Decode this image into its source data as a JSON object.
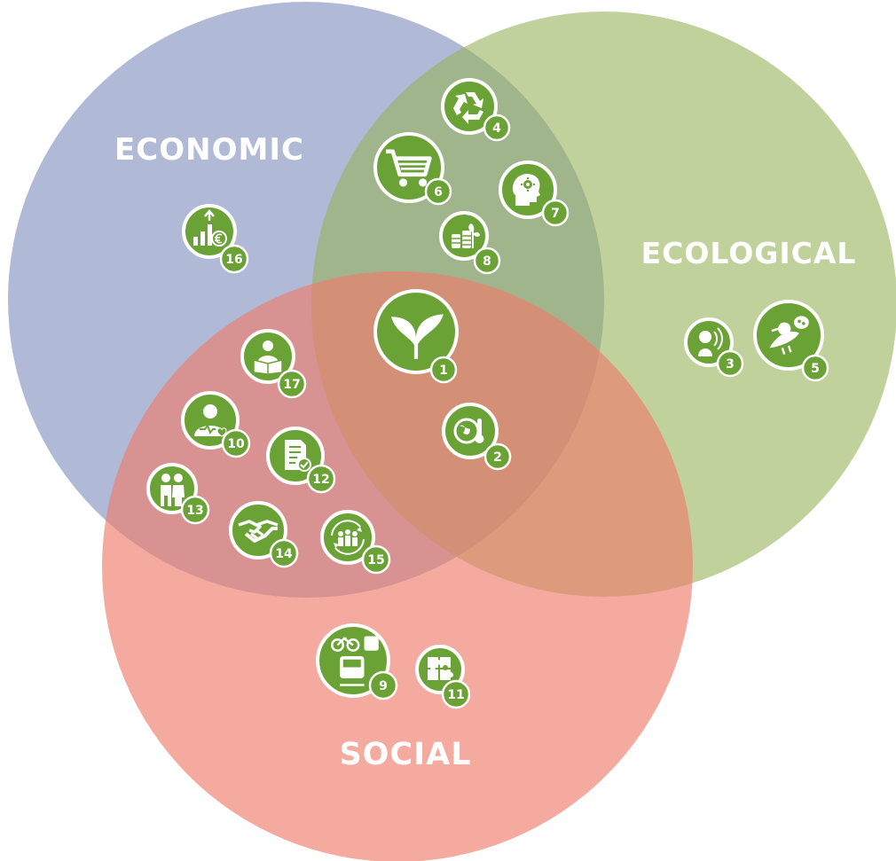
{
  "labels": {
    "economic": "ECONOMIC",
    "ecological": "ECOLOGICAL",
    "social": "SOCIAL"
  },
  "colors": {
    "economic": "#6f7fb5",
    "ecological": "#98b35a",
    "social": "#ee7d6b",
    "badge": "#6aa236"
  },
  "icons": [
    {
      "number": "1",
      "icon": "leaf-plant-icon"
    },
    {
      "number": "2",
      "icon": "globe-thermometer-icon"
    },
    {
      "number": "3",
      "icon": "person-noise-icon"
    },
    {
      "number": "4",
      "icon": "recycle-icon"
    },
    {
      "number": "5",
      "icon": "bird-ladybug-icon"
    },
    {
      "number": "6",
      "icon": "shopping-cart-icon"
    },
    {
      "number": "7",
      "icon": "head-gear-icon"
    },
    {
      "number": "8",
      "icon": "coins-sprout-icon"
    },
    {
      "number": "9",
      "icon": "bike-bus-train-icon"
    },
    {
      "number": "10",
      "icon": "person-heart-icon"
    },
    {
      "number": "11",
      "icon": "puzzle-icon"
    },
    {
      "number": "12",
      "icon": "document-check-icon"
    },
    {
      "number": "13",
      "icon": "family-icon"
    },
    {
      "number": "14",
      "icon": "handshake-icon"
    },
    {
      "number": "15",
      "icon": "community-cycle-icon"
    },
    {
      "number": "16",
      "icon": "bar-chart-euro-icon"
    },
    {
      "number": "17",
      "icon": "person-reading-icon"
    }
  ]
}
